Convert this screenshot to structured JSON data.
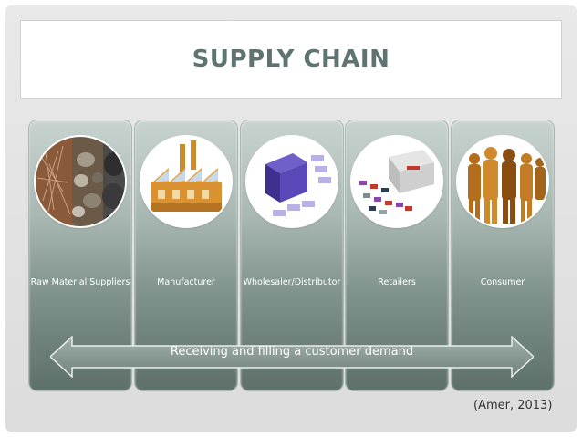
{
  "slide": {
    "title": "SUPPLY CHAIN",
    "stages": [
      {
        "label": "Raw Material Suppliers",
        "icon": "rocks-icon"
      },
      {
        "label": "Manufacturer",
        "icon": "factory-icon"
      },
      {
        "label": "Wholesaler/Distributor",
        "icon": "warehouse-icon"
      },
      {
        "label": "Retailers",
        "icon": "store-parking-icon"
      },
      {
        "label": "Consumer",
        "icon": "people-icon"
      }
    ],
    "arrow_text": "Receiving and filling a customer demand",
    "citation": "(Amer, 2013)"
  },
  "colors": {
    "title": "#5f7370",
    "column_top": "#c8d3cf",
    "column_bottom": "#5e706a",
    "arrow_fill": "#7d8f89"
  }
}
